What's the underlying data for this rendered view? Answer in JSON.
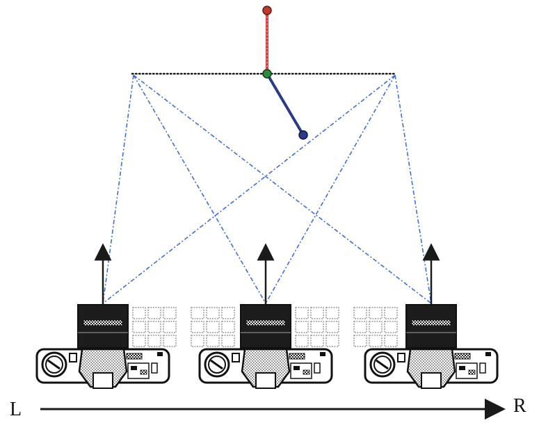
{
  "axis": {
    "left_label": "L",
    "right_label": "R"
  },
  "colors": {
    "line": "#1a1a1a",
    "sightline": "#3a6fd8",
    "base_segment": "#1a1a1a",
    "upper_link": "#d94040",
    "lower_link": "#2a3a8a",
    "top_joint": "#c0392b",
    "middle_joint": "#2e8b3e",
    "end_joint": "#2a3a8a",
    "ghost_camera": "#9a9a9a"
  },
  "icons": {
    "camera": "camera-icon",
    "up_arrow": "arrow-up-icon",
    "axis_arrow": "arrow-right-icon"
  },
  "cameras": [
    {
      "id": "camera-left"
    },
    {
      "id": "camera-center"
    },
    {
      "id": "camera-right"
    }
  ]
}
